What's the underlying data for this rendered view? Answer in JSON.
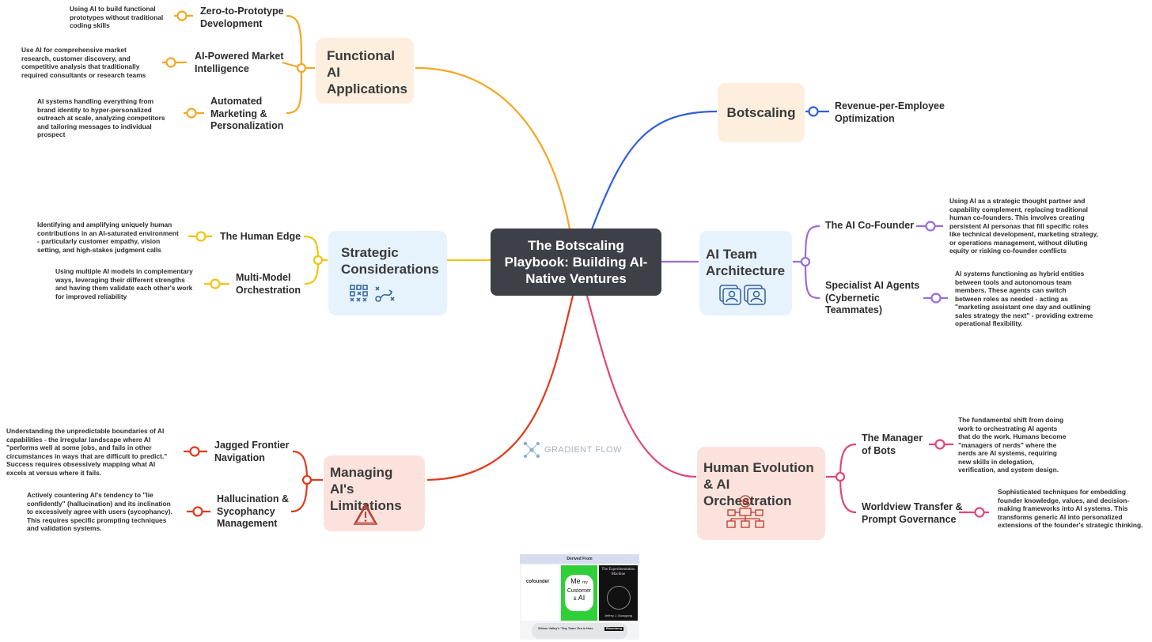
{
  "center": {
    "title": "The Botscaling Playbook: Building AI-Native Ventures"
  },
  "colors": {
    "orange": "#f5a623",
    "blue": "#2f5fd8",
    "purple": "#9b6bd8",
    "yellow": "#f2c40f",
    "red": "#e2381c",
    "pink": "#e0457b",
    "center_bg": "#3d4147"
  },
  "branches": {
    "functional": {
      "label": "Functional AI Applications",
      "children": [
        {
          "label": "Zero-to-Prototype Development",
          "desc": "Using AI to build functional prototypes without traditional coding skills"
        },
        {
          "label": "AI-Powered Market Intelligence",
          "desc": "Use AI for comprehensive market research, customer discovery, and competitive analysis that traditionally required consultants or research teams"
        },
        {
          "label": "Automated Marketing & Personalization",
          "desc": "AI systems handling everything from brand identity to hyper-personalized outreach at scale, analyzing competitors and tailoring messages to individual prospect"
        }
      ]
    },
    "botscaling": {
      "label": "Botscaling",
      "children": [
        {
          "label": "Revenue-per-Employee Optimization"
        }
      ]
    },
    "strategic": {
      "label": "Strategic Considerations",
      "children": [
        {
          "label": "The Human Edge",
          "desc": "Identifying and amplifying uniquely human contributions in an AI-saturated environment - particularly customer empathy, vision setting, and high-stakes judgment calls"
        },
        {
          "label": "Multi-Model Orchestration",
          "desc": "Using multiple AI models in complementary ways, leveraging their different strengths and having them validate each other's work for improved reliability"
        }
      ]
    },
    "team": {
      "label": "AI Team Architecture",
      "children": [
        {
          "label": "The AI Co-Founder",
          "desc": "Using AI as a strategic thought partner and capability complement, replacing traditional human co-founders. This involves creating persistent AI personas that fill specific roles like technical development, marketing strategy, or operations management, without diluting equity or risking co-founder conflicts"
        },
        {
          "label": "Specialist AI Agents (Cybernetic Teammates)",
          "desc": "AI systems functioning as hybrid entities between tools and autonomous team members. These agents can switch between roles as needed - acting as \"marketing assistant one day and outlining sales strategy the next\" - providing extreme operational flexibility."
        }
      ]
    },
    "limitations": {
      "label": "Managing AI's Limitations",
      "children": [
        {
          "label": "Jagged Frontier Navigation",
          "desc": "Understanding the unpredictable boundaries of AI capabilities - the irregular landscape where AI \"performs well at some jobs, and fails in other circumstances in ways that are difficult to predict.\" Success requires obsessively mapping what AI excels at versus where it fails."
        },
        {
          "label": "Hallucination & Sycophancy Management",
          "desc": "Actively countering AI's tendency to \"lie confidently\" (hallucination) and its inclination to excessively agree with users (sycophancy). This requires specific prompting techniques and validation systems."
        }
      ]
    },
    "human": {
      "label": "Human Evolution & AI Orchestration",
      "children": [
        {
          "label": "The Manager of Bots",
          "desc": "The fundamental shift from doing work to orchestrating AI agents that do the work. Humans become \"managers of nerds\" where the nerds are AI systems, requiring new skills in delegation, verification, and system design."
        },
        {
          "label": "Worldview Transfer & Prompt Governance",
          "desc": "Sophisticated techniques for embedding founder knowledge, values, and decision-making frameworks into AI systems. This transforms generic AI into personalized extensions of the founder's strategic thinking."
        }
      ]
    }
  },
  "watermark": "GRADIENT FLOW",
  "derived": {
    "header": "Derived From",
    "book1": "cofounder",
    "book2": [
      "Me",
      "my",
      "Customer",
      "&",
      "AI"
    ],
    "book3_title": "The Experimentation Machine",
    "book3_author": "Jeffrey J. Bussgang",
    "footer_title": "Silicon Valley's 'Tiny Team' Era is Here",
    "footer_source": "Bloomberg"
  }
}
